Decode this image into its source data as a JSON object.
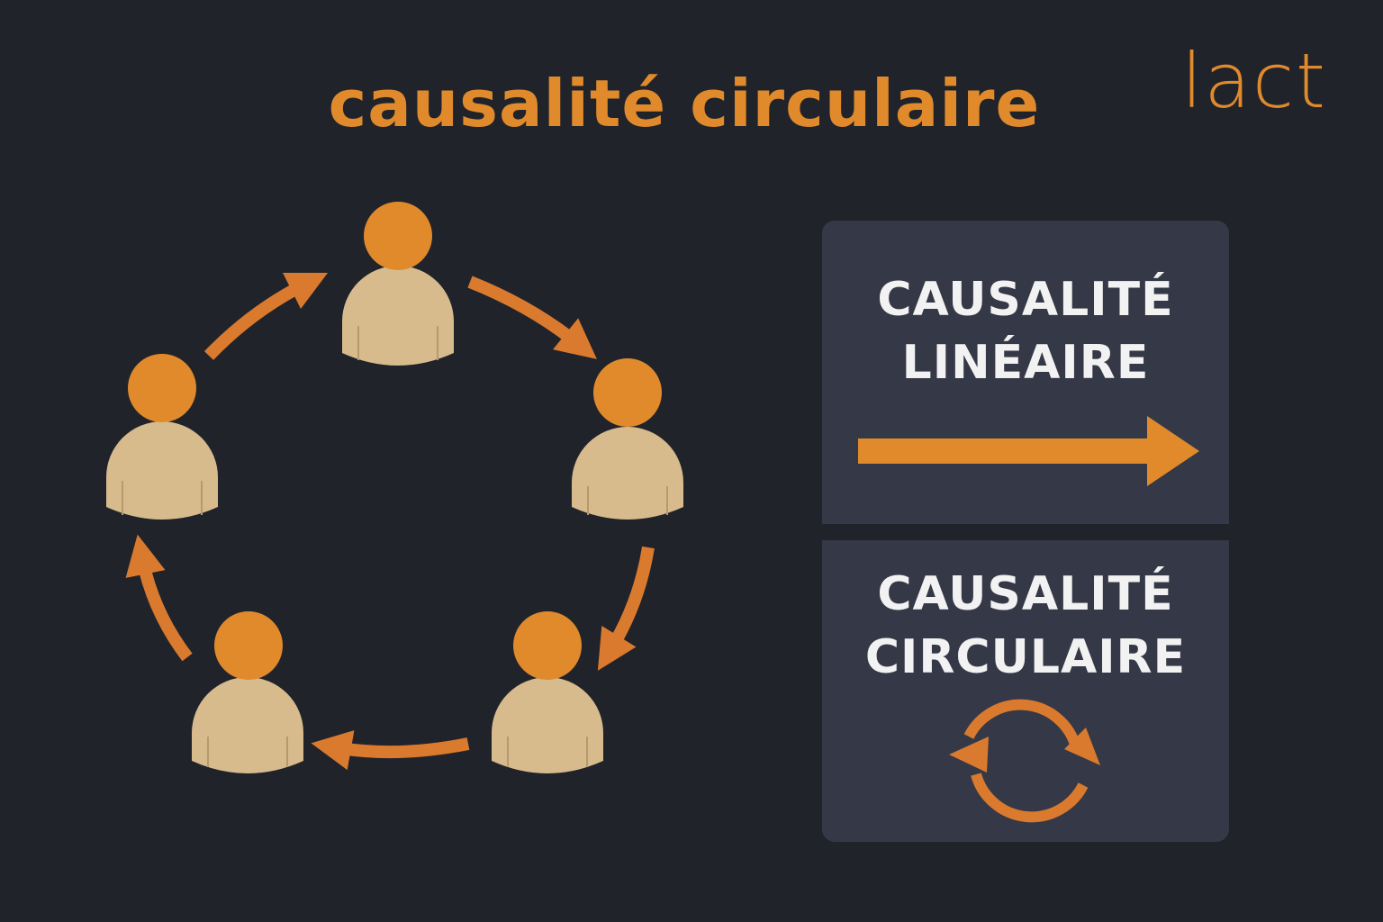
{
  "title": "causalité circulaire",
  "brand": "lact",
  "colors": {
    "background": "#21232b",
    "accent": "#e08a2c",
    "arrow": "#d97a2e",
    "person_head": "#e08a2c",
    "person_body": "#d7bb8c",
    "card": "#353846",
    "card_text": "#f2f2f2"
  },
  "diagram": {
    "people_count": 5,
    "flow": "clockwise"
  },
  "cards": [
    {
      "line1": "CAUSALITÉ",
      "line2": "LINÉAIRE",
      "icon": "right-arrow-icon"
    },
    {
      "line1": "CAUSALITÉ",
      "line2": "CIRCULAIRE",
      "icon": "cycle-arrows-icon"
    }
  ]
}
